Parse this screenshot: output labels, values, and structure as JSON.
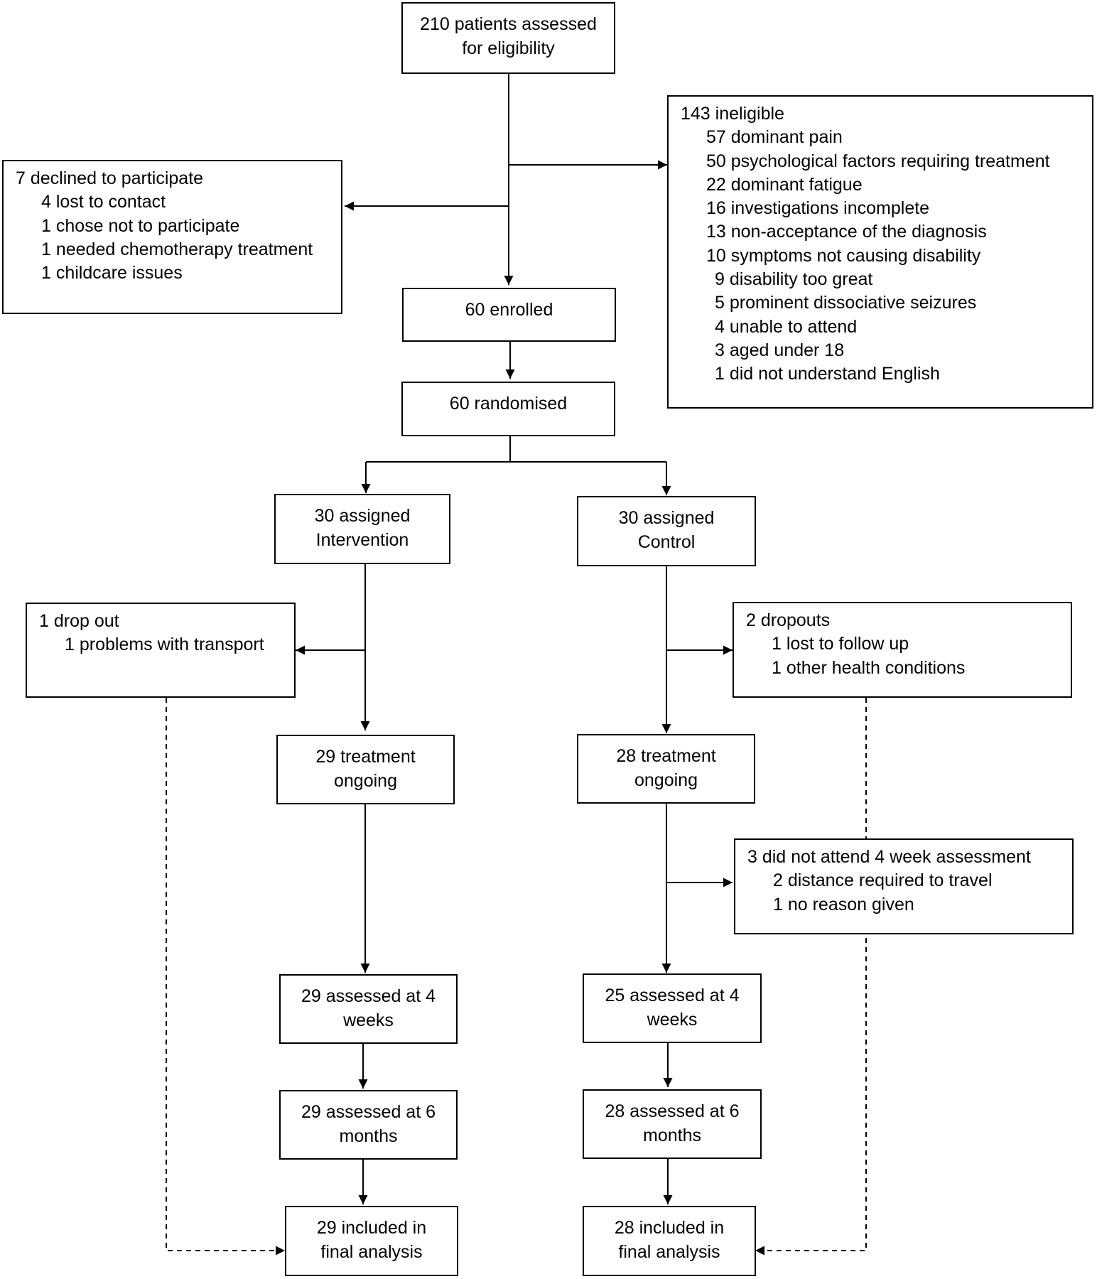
{
  "assessed": {
    "line1": "210 patients assessed",
    "line2": "for eligibility"
  },
  "ineligible": {
    "title": "143 ineligible",
    "items": [
      "57 dominant pain",
      "50 psychological factors requiring treatment",
      "22 dominant fatigue",
      "16 investigations incomplete",
      "13 non-acceptance of the diagnosis",
      "10 symptoms not causing disability",
      "9 disability too great",
      "5 prominent dissociative seizures",
      "4 unable to attend",
      "3 aged under 18",
      "1 did not understand English"
    ]
  },
  "declined": {
    "title": "7 declined to participate",
    "items": [
      "4 lost to contact",
      "1 chose not to participate",
      "1 needed chemotherapy treatment",
      "1 childcare issues"
    ]
  },
  "enrolled": {
    "label": "60 enrolled"
  },
  "randomised": {
    "label": "60 randomised"
  },
  "intervention": {
    "assigned": {
      "line1": "30 assigned",
      "line2": "Intervention"
    },
    "dropout": {
      "title": "1 drop out",
      "items": [
        "1 problems with transport"
      ]
    },
    "ongoing": {
      "line1": "29 treatment",
      "line2": "ongoing"
    },
    "week4": {
      "line1": "29 assessed at 4",
      "line2": "weeks"
    },
    "month6": {
      "line1": "29 assessed at 6",
      "line2": "months"
    },
    "final": {
      "line1": "29 included in",
      "line2": "final analysis"
    }
  },
  "control": {
    "assigned": {
      "line1": "30 assigned",
      "line2": "Control"
    },
    "dropout": {
      "title": "2 dropouts",
      "items": [
        "1 lost to follow up",
        "1 other health conditions"
      ]
    },
    "ongoing": {
      "line1": "28 treatment",
      "line2": "ongoing"
    },
    "missed4": {
      "title": "3 did not attend 4 week assessment",
      "items": [
        "2 distance required to travel",
        "1 no reason given"
      ]
    },
    "week4": {
      "line1": "25 assessed at 4",
      "line2": "weeks"
    },
    "month6": {
      "line1": "28 assessed at 6",
      "line2": "months"
    },
    "final": {
      "line1": "28 included in",
      "line2": "final analysis"
    }
  }
}
